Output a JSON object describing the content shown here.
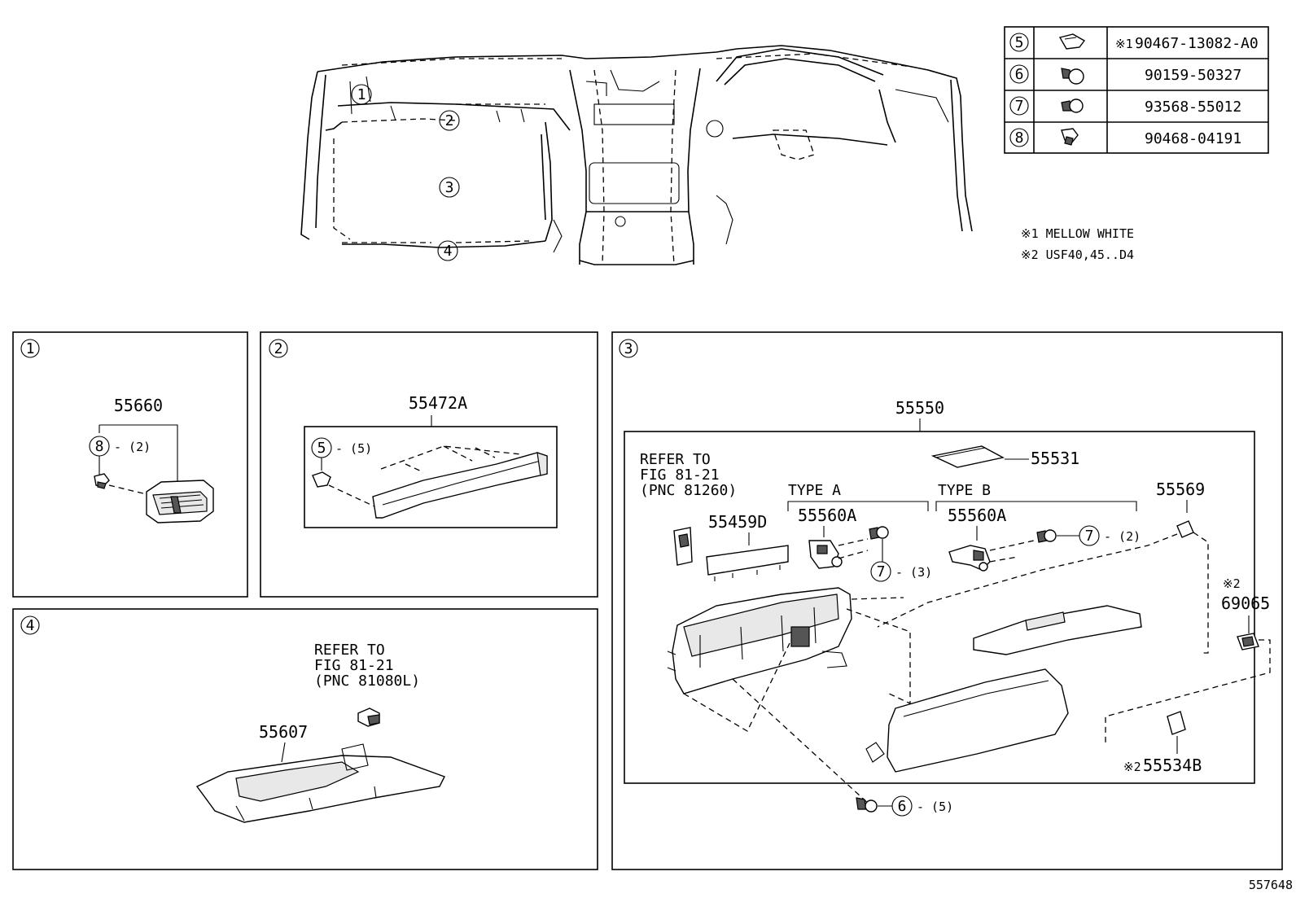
{
  "figure_id": "557648",
  "legend_table": {
    "rows": [
      {
        "ref": "5",
        "part_no": "90467-13082-A0",
        "note_mark": "※1"
      },
      {
        "ref": "6",
        "part_no": "90159-50327",
        "note_mark": ""
      },
      {
        "ref": "7",
        "part_no": "93568-55012",
        "note_mark": ""
      },
      {
        "ref": "8",
        "part_no": "90468-04191",
        "note_mark": ""
      }
    ]
  },
  "notes": {
    "n1": "※1 MELLOW WHITE",
    "n2": "※2 USF40,45..D4"
  },
  "overview_callouts": [
    "1",
    "2",
    "3",
    "4"
  ],
  "panels": {
    "p1": {
      "num": "1",
      "part": "55660",
      "fastener": {
        "ref": "8",
        "qty": "- (2)"
      }
    },
    "p2": {
      "num": "2",
      "part": "55472A",
      "fastener": {
        "ref": "5",
        "qty": "- (5)"
      }
    },
    "p3": {
      "num": "3",
      "assembly": "55550",
      "refer": [
        "REFER TO",
        "FIG 81-21",
        "(PNC 81260)"
      ],
      "type_a": "TYPE A",
      "type_b": "TYPE B",
      "parts": {
        "p55531": "55531",
        "p55459D": "55459D",
        "p55560A_a": "55560A",
        "p55560A_b": "55560A",
        "p55569": "55569",
        "p69065": "69065",
        "p55534B": "55534B"
      },
      "mark2": "※2",
      "fastener7a": {
        "ref": "7",
        "qty": "- (3)"
      },
      "fastener7b": {
        "ref": "7",
        "qty": "- (2)"
      },
      "fastener6": {
        "ref": "6",
        "qty": "- (5)"
      }
    },
    "p4": {
      "num": "4",
      "part": "55607",
      "refer": [
        "REFER TO",
        "FIG 81-21",
        "(PNC 81080L)"
      ]
    }
  }
}
